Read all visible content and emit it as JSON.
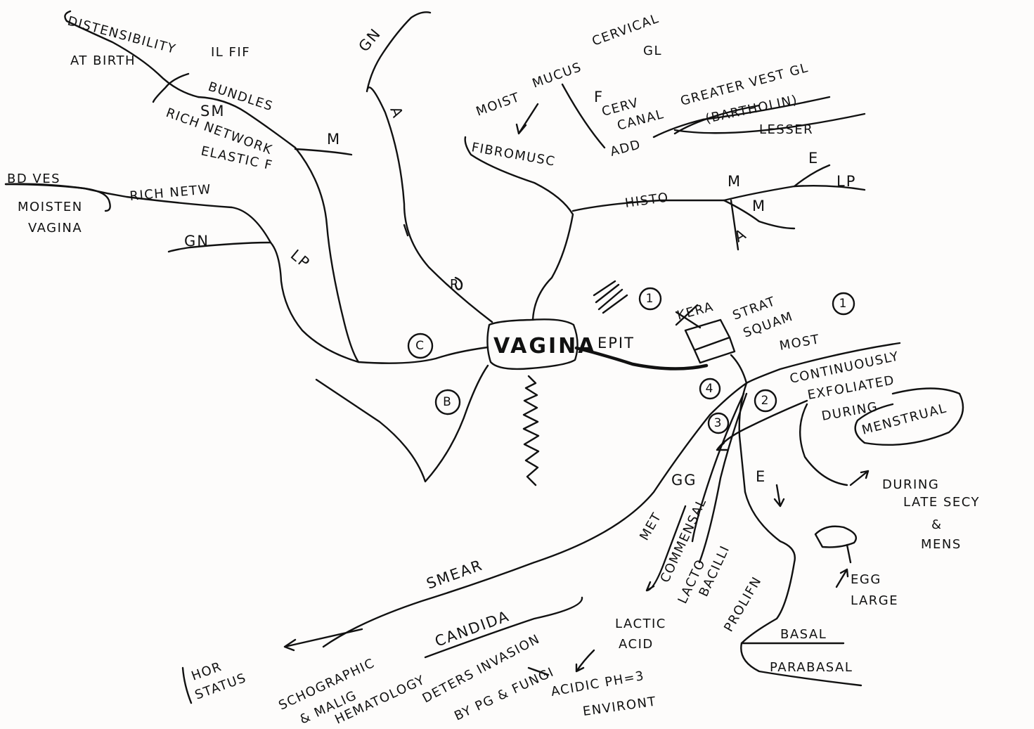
{
  "center": "VAGINA",
  "branches": {
    "p": {
      "letter": "P",
      "gn": "GN",
      "a": "A"
    },
    "c": {
      "marker": "C",
      "m": "M",
      "disp": [
        "DISTENSIBILITY",
        "AT BIRTH"
      ],
      "ilf": [
        "IL FIF",
        "BUNDLES",
        "SM"
      ],
      "ribnet": [
        "RICH NETWORK",
        "ELASTIC F"
      ],
      "lp": "LP",
      "ribnet2": "RICH NETW",
      "gn": "GN",
      "bdves": [
        "BD VES",
        "MOISTEN",
        "VAGINA"
      ]
    },
    "b": {
      "marker": "B"
    },
    "histo": {
      "label": "HISTO",
      "fibro": "FIBROMUSC",
      "m1": "M",
      "m2": "M",
      "a": "A",
      "e": "E",
      "lp": "LP",
      "moist": [
        "MOIST",
        "MUCUS"
      ],
      "cervical": [
        "CERVICAL",
        "GL"
      ],
      "f": "F",
      "cervcanal": [
        "CERV",
        "CANAL"
      ],
      "add": "ADD",
      "greater": [
        "GREATER VEST GL",
        "(BARTHOLIN)"
      ],
      "lesser": "LESSER"
    },
    "epit": {
      "label": "EPIT",
      "marker1": "1",
      "marker1b": "1",
      "marker2": "2",
      "marker3": "3",
      "marker4": "4",
      "strat": [
        "STRAT",
        "SQUAM"
      ],
      "kera": "KERA",
      "most": "MOST",
      "continuously": [
        "CONTINUOUSLY",
        "EXFOLIATED",
        "DURING"
      ],
      "menstrual": "MENSTRUAL",
      "duringlate": [
        "DURING",
        "LATE SECY",
        "&",
        "MENS"
      ],
      "e": "E",
      "egg": [
        "EGG",
        "LARGE"
      ],
      "prolifn": "PROLIFN",
      "basal": "BASAL",
      "parabasal": "PARABASAL",
      "met": "MET",
      "gg": "GG",
      "commensal": "COMMENSAL",
      "lacto": [
        "LACTO",
        "BACILLI"
      ],
      "lactic": [
        "LACTIC",
        "ACID"
      ],
      "acidic": [
        "ACIDIC PH=3",
        "ENVIRONT"
      ],
      "smear": "SMEAR",
      "horstain": [
        "HOR",
        "STATUS"
      ],
      "candida": "CANDIDA",
      "trich": [
        "SCHOGRAPHIC",
        "& MALIG",
        "HEMATOLOGY"
      ],
      "deter": [
        "DETERS INVASION",
        "BY PG & FUNGI"
      ]
    }
  },
  "colors": {
    "ink": "#111111",
    "paper": "#fdfcfb"
  }
}
